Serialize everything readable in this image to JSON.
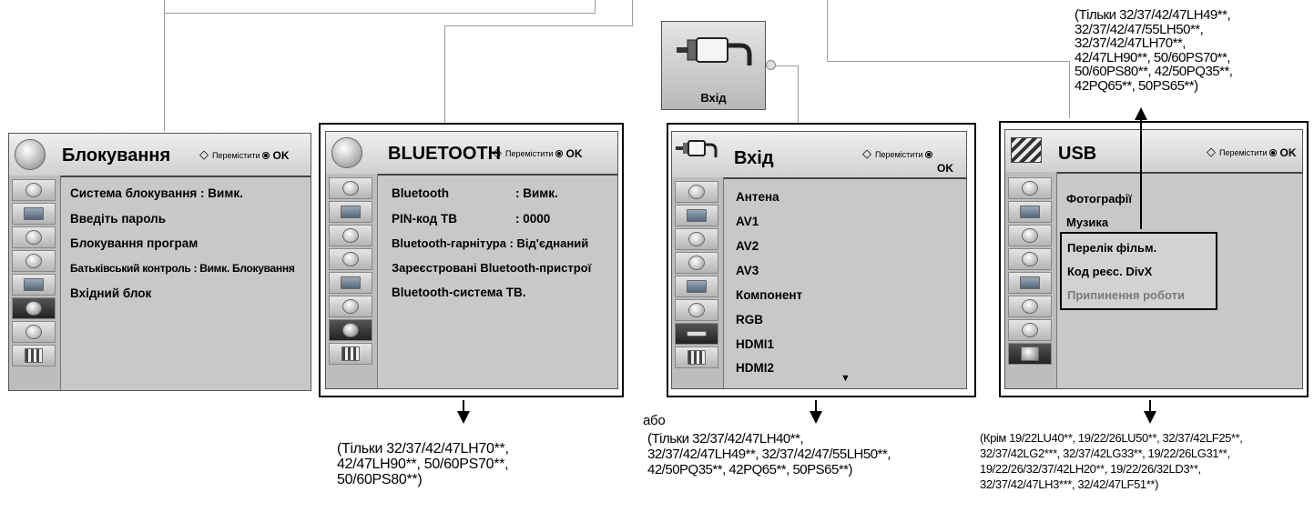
{
  "lock_menu": {
    "title": "Блокування",
    "hint_move": "Перемістити",
    "hint_ok": "OK",
    "items": [
      "Система блокування : Вимк.",
      "Введіть пароль",
      "Блокування програм",
      "Батьківський контроль : Вимк. Блокування",
      "Вхідний блок"
    ]
  },
  "bluetooth_menu": {
    "title": "BLUETOOTH",
    "hint_move": "Перемістити",
    "hint_ok": "OK",
    "items": [
      {
        "label": "Bluetooth",
        "value": ": Вимк."
      },
      {
        "label": "PIN-код ТВ",
        "value": ": 0000"
      },
      {
        "label": "Bluetooth-гарнітура : Від'єднаний",
        "value": ""
      },
      {
        "label": "Зареєстровані Bluetooth-пристрої",
        "value": ""
      },
      {
        "label": "Bluetooth-система ТВ.",
        "value": ""
      }
    ],
    "note": "(Тільки 32/37/42/47LH70**,\n42/47LH90**, 50/60PS70**,\n50/60PS80**)"
  },
  "input_button": {
    "label": "Вхід"
  },
  "input_menu": {
    "title": "Вхід",
    "hint_move": "Перемістити",
    "hint_ok": "OK",
    "items": [
      "Антена",
      "AV1",
      "AV2",
      "AV3",
      "Компонент",
      "RGB",
      "HDMI1",
      "HDMI2"
    ],
    "scroll_indicator": "▼",
    "or_label": "або",
    "note": "(Тільки 32/37/42/47LH40**,\n32/37/42/47LH49**, 32/37/42/47/55LH50**,\n42/50PQ35**, 42PQ65**, 50PS65**)"
  },
  "usb_menu": {
    "title": "USB",
    "hint_move": "Перемістити",
    "hint_ok": "OK",
    "items": [
      "Фотографії",
      "Музика"
    ],
    "submenu_items": [
      "Перелік фільм.",
      "Код реєс. DivX",
      "Припинення роботи"
    ],
    "top_note": "(Тільки 32/37/42/47LH49**,\n32/37/42/47/55LH50**,\n32/37/42/47LH70**,\n42/47LH90**, 50/60PS70**,\n50/60PS80**, 42/50PQ35**,\n42PQ65**, 50PS65**)",
    "bottom_note": "(Крім 19/22LU40**, 19/22/26LU50**, 32/37/42LF25**,\n32/37/42LG2***, 32/37/42LG33**, 19/22/26LG31**,\n19/22/26/32/37/42LH20**, 19/22/26/32LD3**,\n32/37/42/47LH3***, 32/42/47LF51**)"
  },
  "colors": {
    "menu_bg": "#c8c8c8",
    "sidebar_active": "#333333",
    "connector": "#9a9a9a"
  }
}
